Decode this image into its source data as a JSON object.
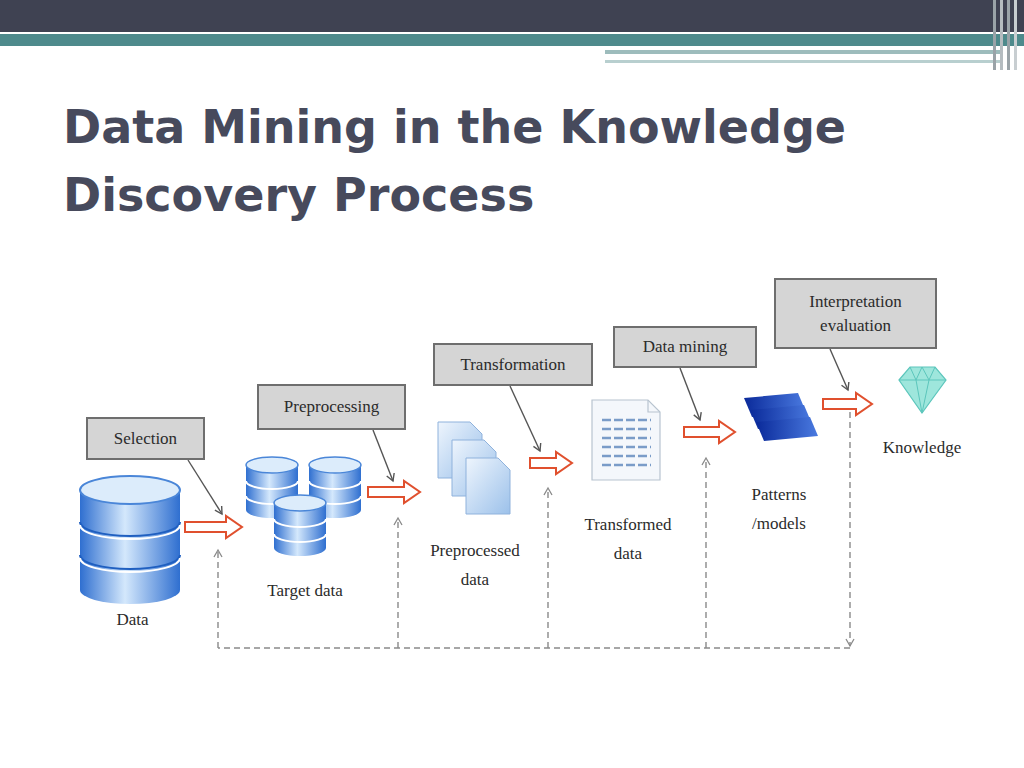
{
  "diagram": {
    "title": "Data Mining in the Knowledge Discovery Process",
    "nodes": [
      {
        "text": [
          "Data"
        ]
      },
      {
        "text": [
          "Target data"
        ]
      },
      {
        "text": [
          "Preprocessed data"
        ]
      },
      {
        "text": [
          "Transformed data"
        ]
      },
      {
        "text": [
          "Patterns /models"
        ]
      },
      {
        "text": [
          "Knowledge"
        ]
      },
      {
        "text": [
          "Selection"
        ]
      },
      {
        "text": [
          "Preprocessing"
        ]
      },
      {
        "text": [
          "Transformation"
        ]
      },
      {
        "text": [
          "Data mining"
        ]
      },
      {
        "text": [
          "Interpretation evaluation"
        ]
      }
    ],
    "edges": [
      {
        "from": 0,
        "to": 1,
        "arrow": "to"
      },
      {
        "from": 1,
        "to": 2,
        "arrow": "to"
      },
      {
        "from": 2,
        "to": 3,
        "arrow": "to"
      },
      {
        "from": 3,
        "to": 4,
        "arrow": "to"
      },
      {
        "from": 4,
        "to": 5,
        "arrow": "to"
      }
    ]
  }
}
